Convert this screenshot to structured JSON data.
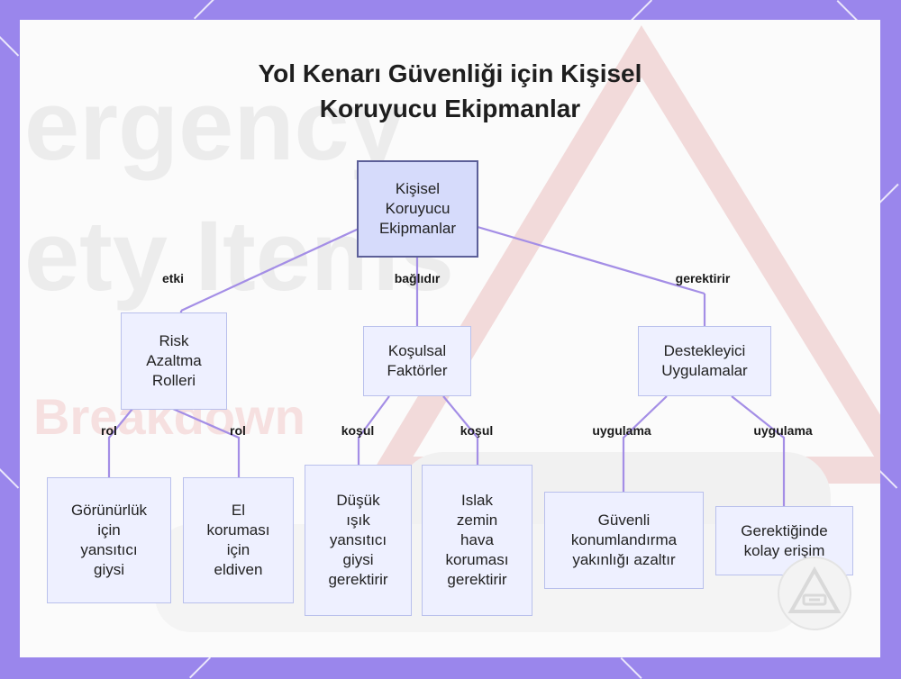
{
  "title": {
    "line1": "Yol Kenarı Güvenliği için Kişisel",
    "line2": "Koruyucu Ekipmanlar"
  },
  "background_text": {
    "line1": "ergency",
    "line2": "ety Items",
    "line3": "Breakdown"
  },
  "nodes": {
    "root": {
      "lines": [
        "Kişisel",
        "Koruyucu",
        "Ekipmanlar"
      ]
    },
    "risk": {
      "lines": [
        "Risk",
        "Azaltma",
        "Rolleri"
      ]
    },
    "kosulsal": {
      "lines": [
        "Koşulsal",
        "Faktörler"
      ]
    },
    "destek": {
      "lines": [
        "Destekleyici",
        "Uygulamalar"
      ]
    },
    "gorunurluk": {
      "lines": [
        "Görünürlük",
        "için",
        "yansıtıcı",
        "giysi"
      ]
    },
    "el": {
      "lines": [
        "El",
        "koruması",
        "için",
        "eldiven"
      ]
    },
    "dusuk": {
      "lines": [
        "Düşük",
        "ışık",
        "yansıtıcı",
        "giysi",
        "gerektirir"
      ]
    },
    "islak": {
      "lines": [
        "Islak",
        "zemin",
        "hava",
        "koruması",
        "gerektirir"
      ]
    },
    "guvenli": {
      "lines": [
        "Güvenli",
        "konumlandırma",
        "yakınlığı azaltır"
      ]
    },
    "gerektiginde": {
      "lines": [
        "Gerektiğinde",
        "kolay erişim"
      ]
    }
  },
  "edge_labels": {
    "etki": "etki",
    "baglidir": "bağlıdır",
    "gerektirir": "gerektirir",
    "rol1": "rol",
    "rol2": "rol",
    "kosul1": "koşul",
    "kosul2": "koşul",
    "uygulama1": "uygulama",
    "uygulama2": "uygulama"
  },
  "colors": {
    "frame": "#9a86ec",
    "edge": "#a48ee6",
    "node_fill": "#eef0ff",
    "node_border": "#b9c0ec",
    "root_fill": "#d6dbfb",
    "root_border": "#5c5f98"
  },
  "logo_icon": "warning-triangle-icon"
}
